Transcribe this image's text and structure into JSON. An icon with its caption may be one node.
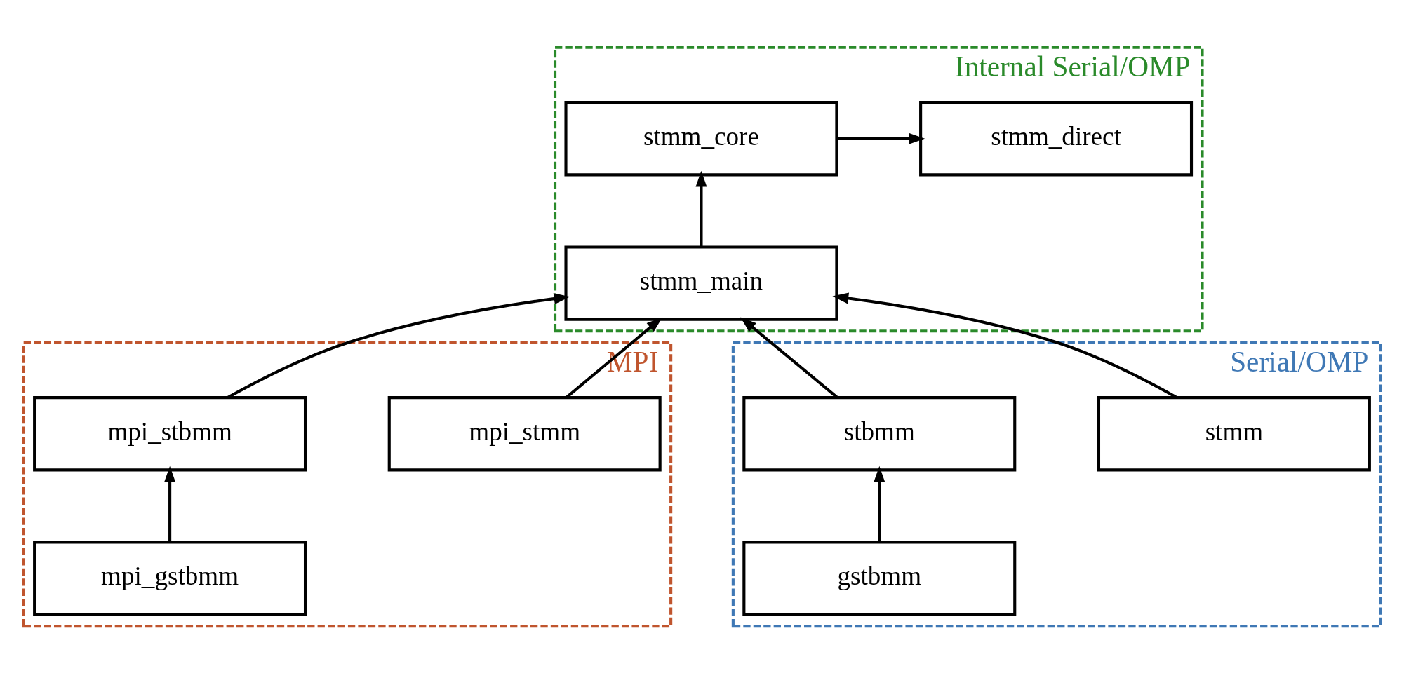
{
  "diagram": {
    "nodes": [
      {
        "text": [
          "Internal Serial/OMP"
        ]
      },
      {
        "text": [
          "stmm_core"
        ],
        "in": 0
      },
      {
        "text": [
          "stmm_direct"
        ],
        "in": 0
      },
      {
        "text": [
          "stmm_main"
        ],
        "in": 0
      },
      {
        "text": [
          "MPI"
        ]
      },
      {
        "text": [
          "mpi_stmm"
        ],
        "in": 4
      },
      {
        "text": [
          "mpi_stbmm"
        ],
        "in": 4
      },
      {
        "text": [
          "mpi_gstbmm"
        ],
        "in": 4
      },
      {
        "text": [
          "Serial/OMP"
        ]
      },
      {
        "text": [
          "stbmm"
        ],
        "in": 8
      },
      {
        "text": [
          "stmm"
        ],
        "in": 8
      },
      {
        "text": [
          "gstbmm"
        ],
        "in": 8
      }
    ],
    "edges": [
      {
        "from": 1,
        "to": 2,
        "arrow": "to"
      },
      {
        "from": 3,
        "to": 1,
        "arrow": "to"
      },
      {
        "from": 5,
        "to": 3,
        "arrow": "to"
      },
      {
        "from": 6,
        "to": 3,
        "arrow": "to"
      },
      {
        "from": 9,
        "to": 3,
        "arrow": "to"
      },
      {
        "from": 10,
        "to": 3,
        "arrow": "to"
      },
      {
        "from": 7,
        "to": 6,
        "arrow": "to"
      },
      {
        "from": 11,
        "to": 9,
        "arrow": "to"
      }
    ]
  }
}
